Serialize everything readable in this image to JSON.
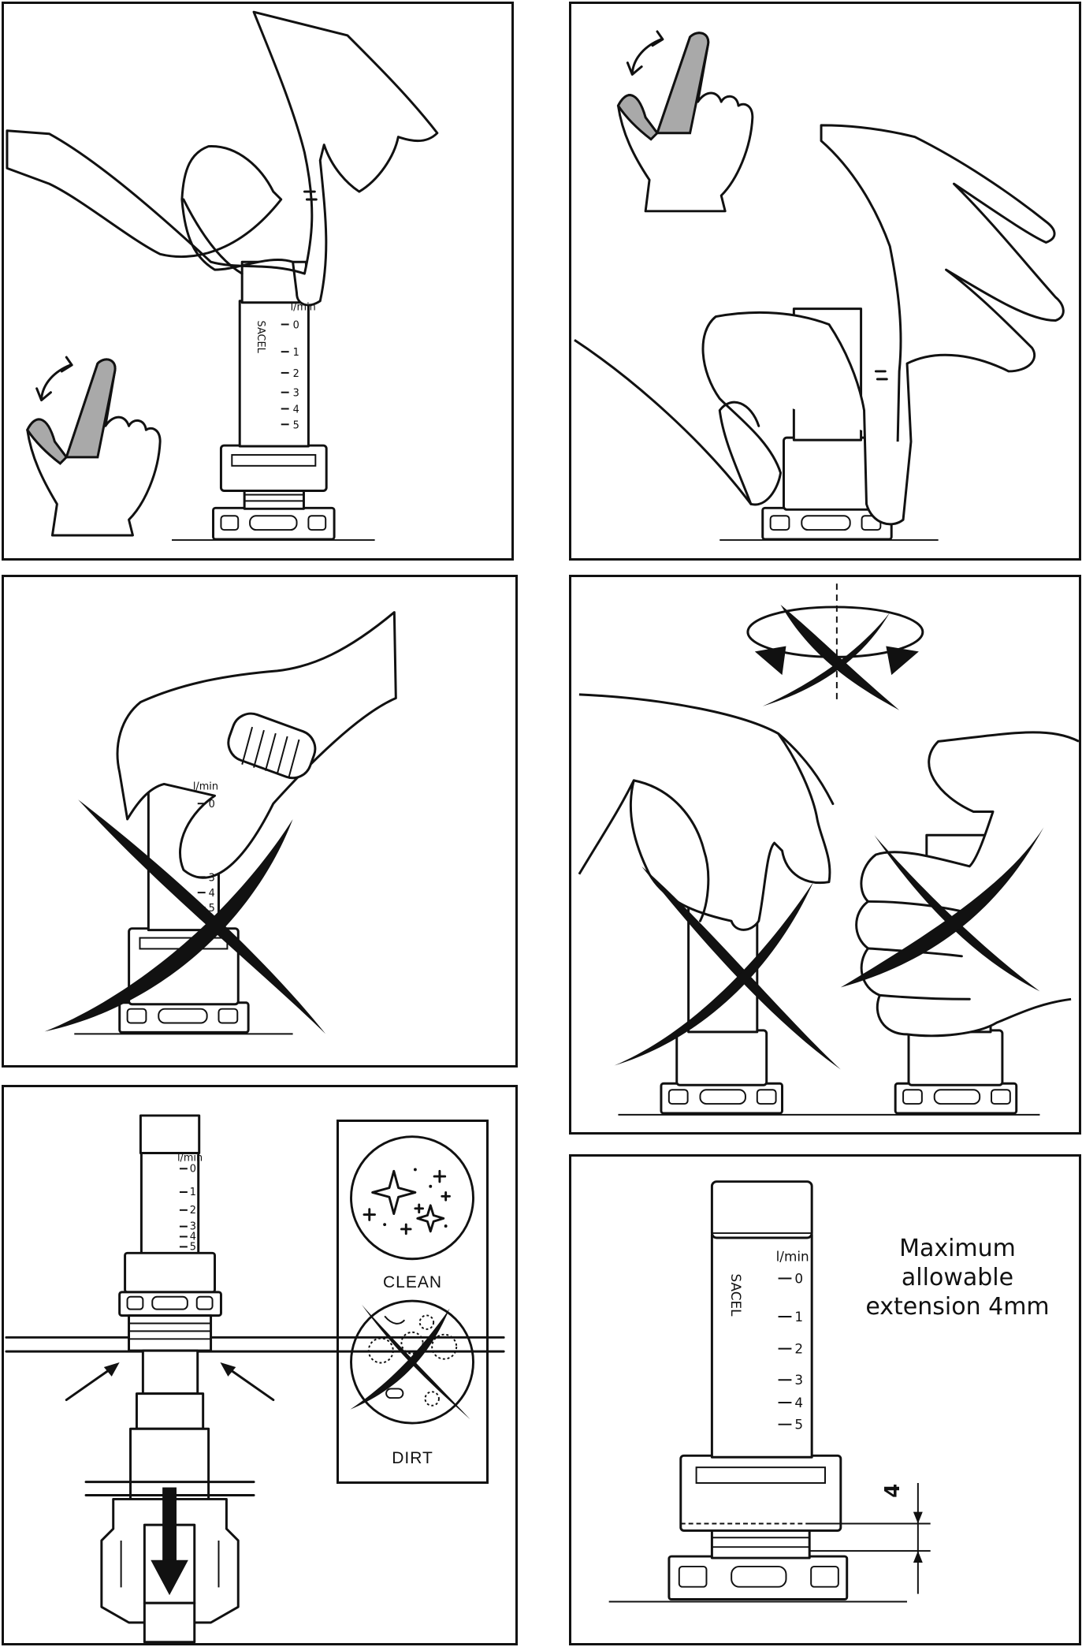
{
  "gauge": {
    "unit": "l/min",
    "scale": [
      "0",
      "1",
      "2",
      "3",
      "4",
      "5"
    ],
    "brand": "SACEL"
  },
  "panels": {
    "p6": {
      "clean_label": "CLEAN",
      "dirt_label": "DIRT"
    },
    "p7": {
      "note": "Maximum allowable extension 4mm",
      "note_lines": [
        "Maximum",
        "allowable",
        "extension 4mm"
      ],
      "dimension": "4"
    }
  },
  "icons": {
    "rotate": "rotate-arrows-icon",
    "prohibited": "cross-prohibition-icon",
    "sparkle": "sparkle-icon",
    "germ": "germ-icon",
    "arrow_down": "arrow-down-icon"
  }
}
